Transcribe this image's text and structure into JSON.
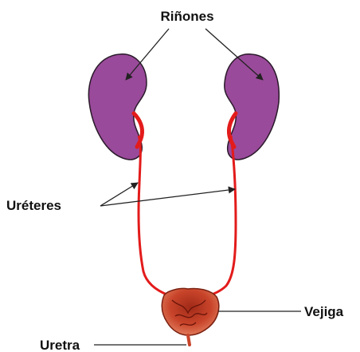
{
  "labels": {
    "kidneys": "Riñones",
    "ureters": "Uréteres",
    "bladder": "Vejiga",
    "urethra": "Uretra"
  },
  "colors": {
    "kidney_fill": "#9a4a9a",
    "kidney_stroke": "#2a1a2a",
    "ureter": "#e31b1b",
    "bladder_outer": "#c8442a",
    "bladder_inner": "#8a1a10",
    "leader_line": "#222222"
  }
}
